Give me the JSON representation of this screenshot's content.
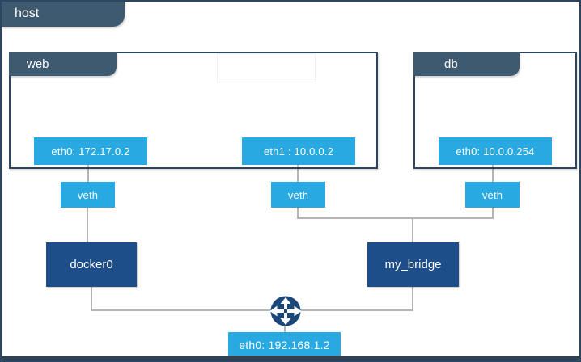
{
  "host": {
    "label": "host",
    "interface": {
      "label": "eth0: 192.168.1.2"
    }
  },
  "containers": [
    {
      "name": "web",
      "interfaces": [
        "eth0: 172.17.0.2",
        "eth1 : 10.0.0.2"
      ]
    },
    {
      "name": "db",
      "interfaces": [
        "eth0: 10.0.0.254"
      ]
    }
  ],
  "veths": [
    "veth",
    "veth",
    "veth"
  ],
  "bridges": [
    "docker0",
    "my_bridge"
  ],
  "icons": {
    "router": "four-way-arrows-router"
  },
  "colors": {
    "accent_blue": "#29A9E1",
    "bridge_blue": "#1D4E8A",
    "tab_slate": "#3E5A70",
    "border_navy": "#2C4661",
    "connector_grey": "#B5B5B5",
    "router_navy": "#1C4879"
  }
}
